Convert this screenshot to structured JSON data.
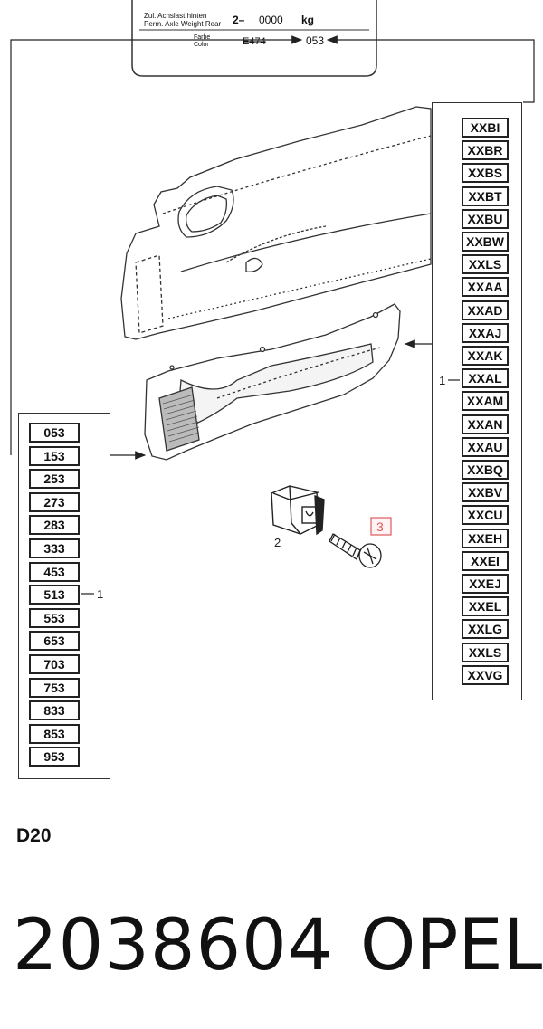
{
  "sticker": {
    "row1_label_de": "Zul. Achslast hinten",
    "row1_label_en": "Perm. Axle Weight Rear",
    "row1_value": "2–",
    "row1_number": "0000",
    "row1_unit": "kg",
    "row2_label_de": "Farbe",
    "row2_label_en": "Color",
    "row2_value_struck": "E474",
    "row2_value": "053"
  },
  "left_codes": [
    "053",
    "153",
    "253",
    "273",
    "283",
    "333",
    "453",
    "513",
    "553",
    "653",
    "703",
    "753",
    "833",
    "853",
    "953"
  ],
  "right_codes": [
    "XXBI",
    "XXBR",
    "XXBS",
    "XXBT",
    "XXBU",
    "XXBW",
    "XXLS",
    "XXAA",
    "XXAD",
    "XXAJ",
    "XXAK",
    "XXAL",
    "XXAM",
    "XXAN",
    "XXAU",
    "XXBQ",
    "XXBV",
    "XXCU",
    "XXEH",
    "XXEI",
    "XXEJ",
    "XXEL",
    "XXLG",
    "XXLS",
    "XXVG"
  ],
  "callouts": {
    "left_ref": "1",
    "right_ref": "1",
    "clip_ref": "2",
    "screw_ref": "3"
  },
  "highlight_color": "#e05a5a",
  "diagram_id": "D20",
  "part_number": "2038604",
  "brand": "OPEL"
}
